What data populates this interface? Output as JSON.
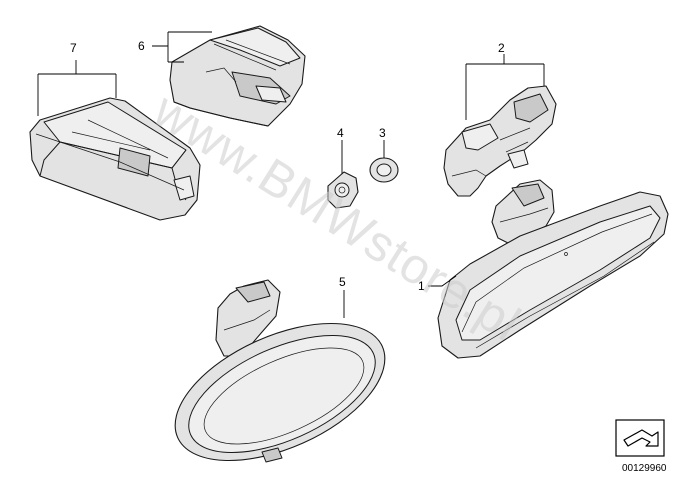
{
  "callouts": {
    "c1": "1",
    "c2": "2",
    "c3": "3",
    "c4": "4",
    "c5": "5",
    "c6": "6",
    "c7": "7"
  },
  "watermark": "www.BMWstore.pl",
  "reference_number": "00129960",
  "icons": {
    "direction": "arrow-symbol-icon"
  }
}
